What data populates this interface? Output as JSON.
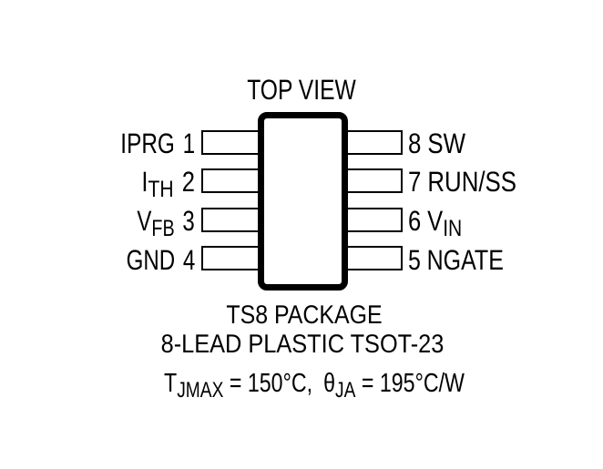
{
  "figure": {
    "title": "TOP VIEW",
    "package_name": "TS8 PACKAGE",
    "package_desc": "8-LEAD PLASTIC TSOT-23"
  },
  "pins": {
    "left": [
      {
        "name": "IPRG",
        "sub": "",
        "number": "1"
      },
      {
        "name": "I",
        "sub": "TH",
        "number": "2"
      },
      {
        "name": "V",
        "sub": "FB",
        "number": "3"
      },
      {
        "name": "GND",
        "sub": "",
        "number": "4"
      }
    ],
    "right": [
      {
        "number": "8",
        "name": "SW",
        "sub": ""
      },
      {
        "number": "7",
        "name": "RUN/SS",
        "sub": ""
      },
      {
        "number": "6",
        "name": "V",
        "sub": "IN"
      },
      {
        "number": "5",
        "name": "NGATE",
        "sub": ""
      }
    ]
  },
  "thermal": {
    "t_symbol": "T",
    "t_sub": "JMAX",
    "t_value": " = 150°C, ",
    "theta_symbol": "θ",
    "theta_sub": "JA",
    "theta_value": " = 195°C/W"
  },
  "colors": {
    "ink": "#000000",
    "background": "#ffffff"
  }
}
